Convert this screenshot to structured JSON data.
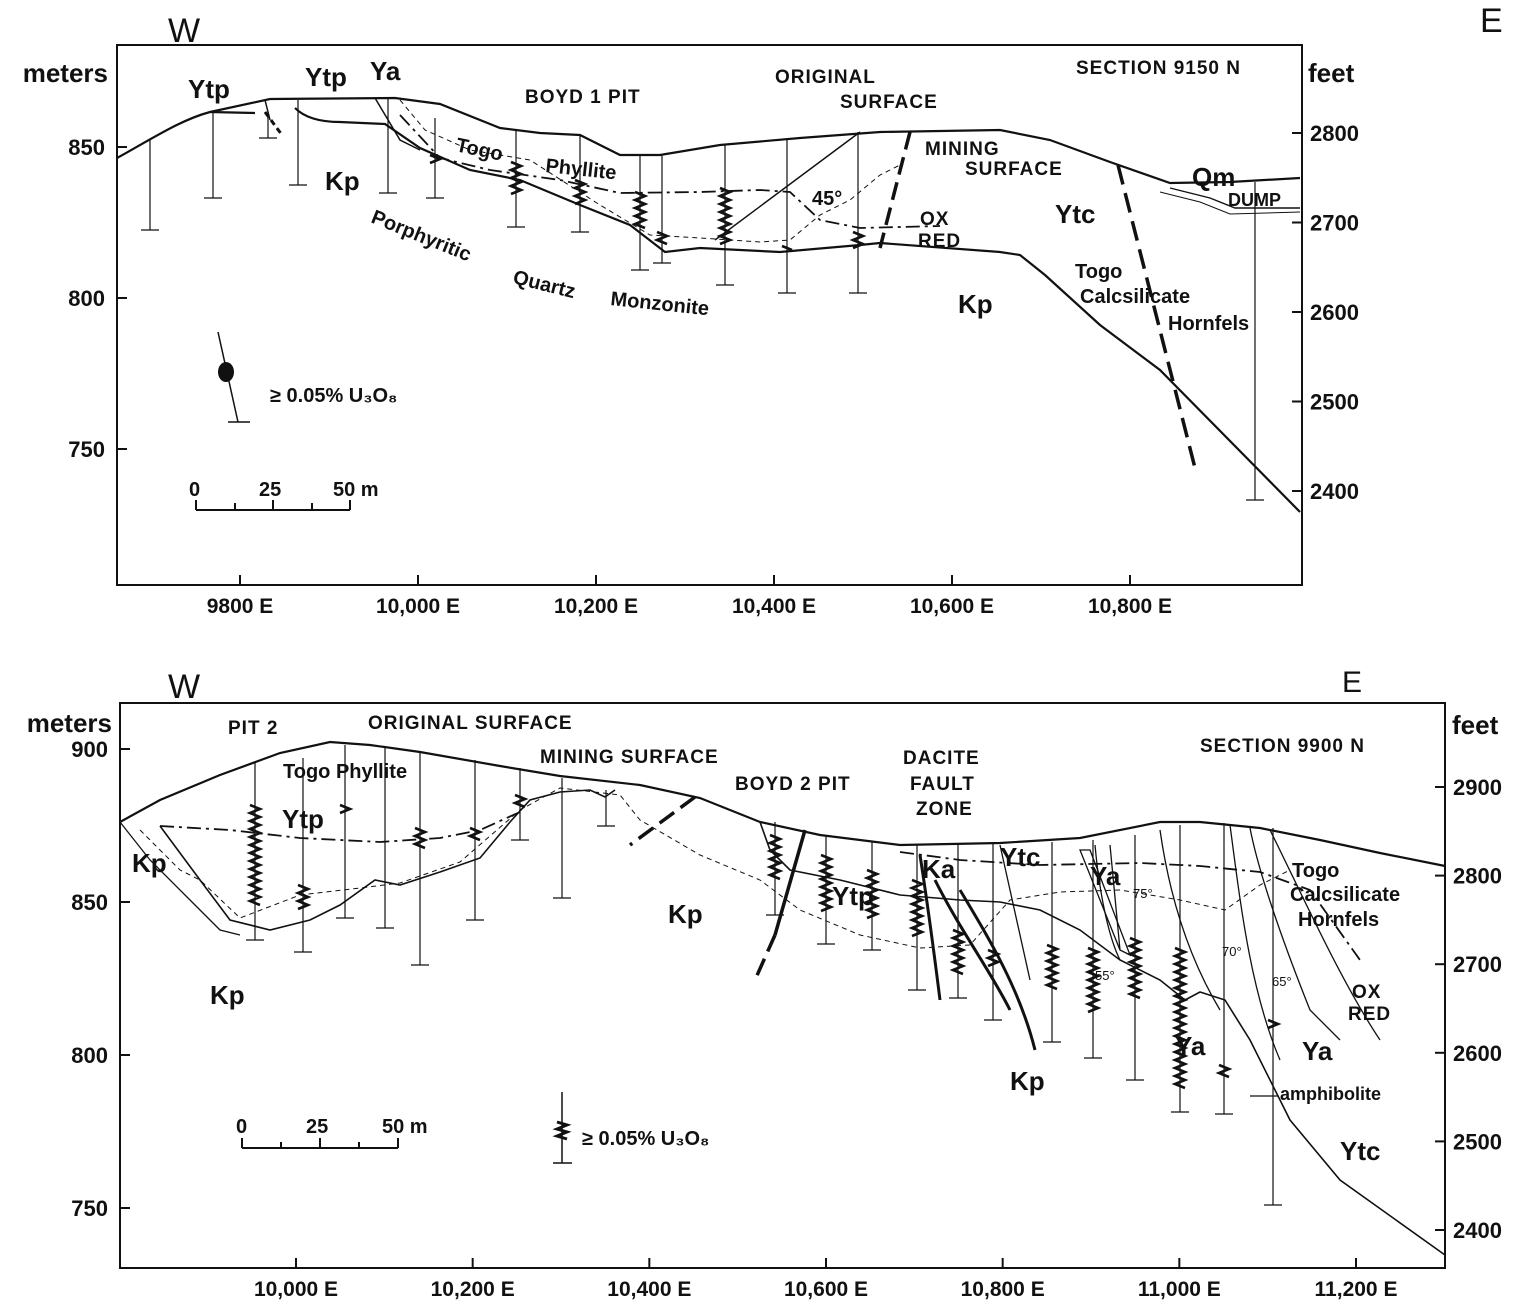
{
  "top": {
    "section": "SECTION 9150 N",
    "dir_w": "W",
    "dir_e": "E",
    "left_unit": "meters",
    "right_unit": "feet",
    "left_ticks": [
      {
        "label": "850",
        "v": 850
      },
      {
        "label": "800",
        "v": 800
      },
      {
        "label": "750",
        "v": 750
      }
    ],
    "right_ticks": [
      {
        "label": "2800",
        "v": 2800
      },
      {
        "label": "2700",
        "v": 2700
      },
      {
        "label": "2600",
        "v": 2600
      },
      {
        "label": "2500",
        "v": 2500
      },
      {
        "label": "2400",
        "v": 2400
      }
    ],
    "x_ticks": [
      {
        "label": "9800 E",
        "v": 9800
      },
      {
        "label": "10,000 E",
        "v": 10000
      },
      {
        "label": "10,200 E",
        "v": 10200
      },
      {
        "label": "10,400 E",
        "v": 10400
      },
      {
        "label": "10,600 E",
        "v": 10600
      },
      {
        "label": "10,800 E",
        "v": 10800
      }
    ],
    "labels": {
      "ytp1": "Ytp",
      "ytp2": "Ytp",
      "ya": "Ya",
      "kp1": "Kp",
      "kp2": "Kp",
      "ytc": "Ytc",
      "qm": "Qm",
      "dump": "DUMP",
      "pit": "BOYD 1 PIT",
      "original": "ORIGINAL",
      "surface": "SURFACE",
      "mining": "MINING",
      "mining_surface": "SURFACE",
      "ox": "OX",
      "red": "RED",
      "dip": "45°",
      "togo": "Togo",
      "phyllite": "Phyllite",
      "porph": "Porphyritic",
      "quartz": "Quartz",
      "monz": "Monzonite",
      "togo2": "Togo",
      "calc": "Calcsilicate",
      "hornfels": "Hornfels"
    },
    "legend": "≥ 0.05% U₃O₈",
    "scale": {
      "zero": "0",
      "mid": "25",
      "end": "50 m"
    }
  },
  "bottom": {
    "section": "SECTION 9900 N",
    "dir_w": "W",
    "dir_e": "E",
    "left_unit": "meters",
    "right_unit": "feet",
    "left_ticks": [
      {
        "label": "900",
        "v": 900
      },
      {
        "label": "850",
        "v": 850
      },
      {
        "label": "800",
        "v": 800
      },
      {
        "label": "750",
        "v": 750
      }
    ],
    "right_ticks": [
      {
        "label": "2900",
        "v": 2900
      },
      {
        "label": "2800",
        "v": 2800
      },
      {
        "label": "2700",
        "v": 2700
      },
      {
        "label": "2600",
        "v": 2600
      },
      {
        "label": "2500",
        "v": 2500
      },
      {
        "label": "2400",
        "v": 2400
      }
    ],
    "x_ticks": [
      {
        "label": "10,000 E",
        "v": 10000
      },
      {
        "label": "10,200 E",
        "v": 10200
      },
      {
        "label": "10,400 E",
        "v": 10400
      },
      {
        "label": "10,600 E",
        "v": 10600
      },
      {
        "label": "10,800 E",
        "v": 10800
      },
      {
        "label": "11,000 E",
        "v": 11000
      },
      {
        "label": "11,200 E",
        "v": 11200
      }
    ],
    "labels": {
      "pit2": "PIT 2",
      "original_surface": "ORIGINAL SURFACE",
      "togo_phyllite": "Togo Phyllite",
      "ytp1": "Ytp",
      "ytp2": "Ytp",
      "mining_surface": "MINING SURFACE",
      "boyd2": "BOYD 2 PIT",
      "dacite": "DACITE",
      "fault": "FAULT",
      "zone": "ZONE",
      "kp1": "Kp",
      "kp2": "Kp",
      "kp3": "Kp",
      "kp4": "Kp",
      "ka": "Ka",
      "ytc1": "Ytc",
      "ytc2": "Ytc",
      "ya1": "Ya",
      "ya2": "Ya",
      "ya3": "Ya",
      "togo": "Togo",
      "calc": "Calcsilicate",
      "hornfels": "Hornfels",
      "ox": "OX",
      "red": "RED",
      "amph": "amphibolite",
      "d75": "75°",
      "d55": "55°",
      "d70": "70°",
      "d65": "65°"
    },
    "legend": "≥ 0.05% U₃O₈",
    "scale": {
      "zero": "0",
      "mid": "25",
      "end": "50 m"
    }
  }
}
